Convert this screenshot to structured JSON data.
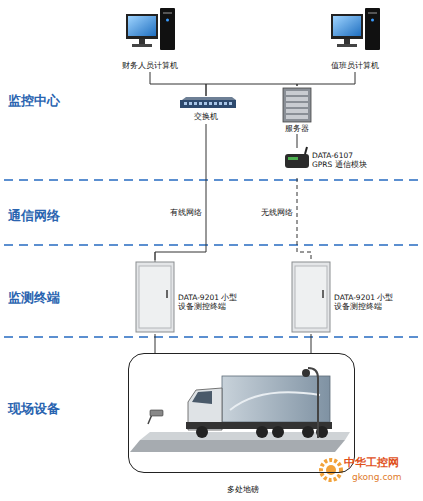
{
  "diagram": {
    "nodes": [
      {
        "text": [
          "财务人员计算机"
        ]
      },
      {
        "text": [
          "值班员计算机"
        ]
      },
      {
        "text": [
          "交换机"
        ]
      },
      {
        "text": [
          "服务器"
        ]
      },
      {
        "text": [
          "DATA-6107 GPRS 通信模块"
        ]
      },
      {
        "text": [
          "DATA-9201 小型设备测控终端"
        ]
      },
      {
        "text": [
          "DATA-9201 小型设备测控终端"
        ]
      },
      {
        "text": [
          "多处地磅"
        ]
      }
    ],
    "edges": [
      {
        "from": 0,
        "to": 2,
        "arrow": "none"
      },
      {
        "from": 1,
        "to": 3,
        "arrow": "none"
      },
      {
        "from": 2,
        "to": 3,
        "arrow": "none"
      },
      {
        "from": 3,
        "to": 4,
        "arrow": "none"
      },
      {
        "from": 2,
        "to": 5,
        "label": "有线网络",
        "arrow": "none"
      },
      {
        "from": 4,
        "to": 6,
        "label": "无线网络",
        "arrow": "none"
      },
      {
        "from": 5,
        "to": 7,
        "arrow": "none"
      },
      {
        "from": 6,
        "to": 7,
        "arrow": "none"
      }
    ],
    "labels": [
      "监控中心",
      "通信网络",
      "监测终端",
      "现场设备",
      "中华工控网",
      "gkong.com"
    ]
  }
}
